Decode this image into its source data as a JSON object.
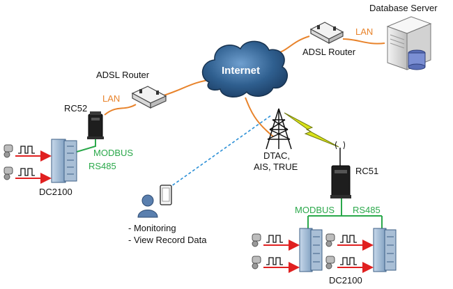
{
  "labels": {
    "database_server": "Database Server",
    "lan_right": "LAN",
    "adsl_router_right": "ADSL Router",
    "internet": "Internet",
    "adsl_router_left": "ADSL Router",
    "lan_left": "LAN",
    "rc52": "RC52",
    "modbus_left": "MODBUS",
    "rs485_left": "RS485",
    "dc2100_left": "DC2100",
    "tower_line1": "DTAC,",
    "tower_line2": "AIS, TRUE",
    "rc51": "RC51",
    "modbus_right": "MODBUS",
    "rs485_right": "RS485",
    "dc2100_right": "DC2100",
    "monitoring": "- Monitoring",
    "view_record": "- View Record Data"
  },
  "colors": {
    "wire_lan": "#e8832b",
    "wire_modbus": "#2aa84a",
    "wireless_link": "#2a8fd6",
    "signal_arrow": "#e02020",
    "cloud": "#2f5f8f",
    "lightning": "#d9e21a"
  }
}
